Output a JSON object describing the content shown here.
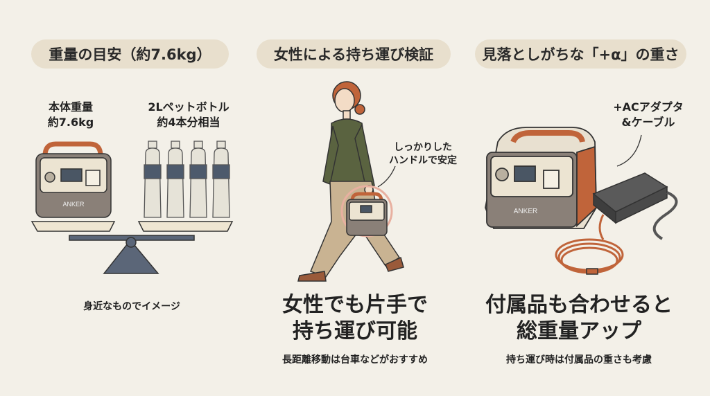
{
  "sections": [
    {
      "title": "重量の目安（約7.6kg）",
      "labels": [
        "本体重量",
        "約7.6kg",
        "2Lペットボトル",
        "約4本分相当"
      ],
      "caption": "身近なものでイメージ"
    },
    {
      "title": "女性による持ち運び検証",
      "callout": [
        "しっかりした",
        "ハンドルで安定"
      ],
      "headline": [
        "女性でも片手で",
        "持ち運び可能"
      ],
      "caption": "長距離移動は台車などがおすすめ"
    },
    {
      "title": "見落としがちな「+α」の重さ",
      "callout": [
        "+ACアダプタ",
        "&ケーブル"
      ],
      "headline": [
        "付属品も合わせると",
        "総重量アップ"
      ],
      "caption": "持ち運び時は付属品の重さも考慮"
    }
  ],
  "brand": "ANKER",
  "colors": {
    "background": "#f3f0e8",
    "pill": "#e8dfcd",
    "accent": "#c0643a",
    "body": "#8a8078",
    "sweater": "#5a6340",
    "pants": "#c9b392"
  }
}
